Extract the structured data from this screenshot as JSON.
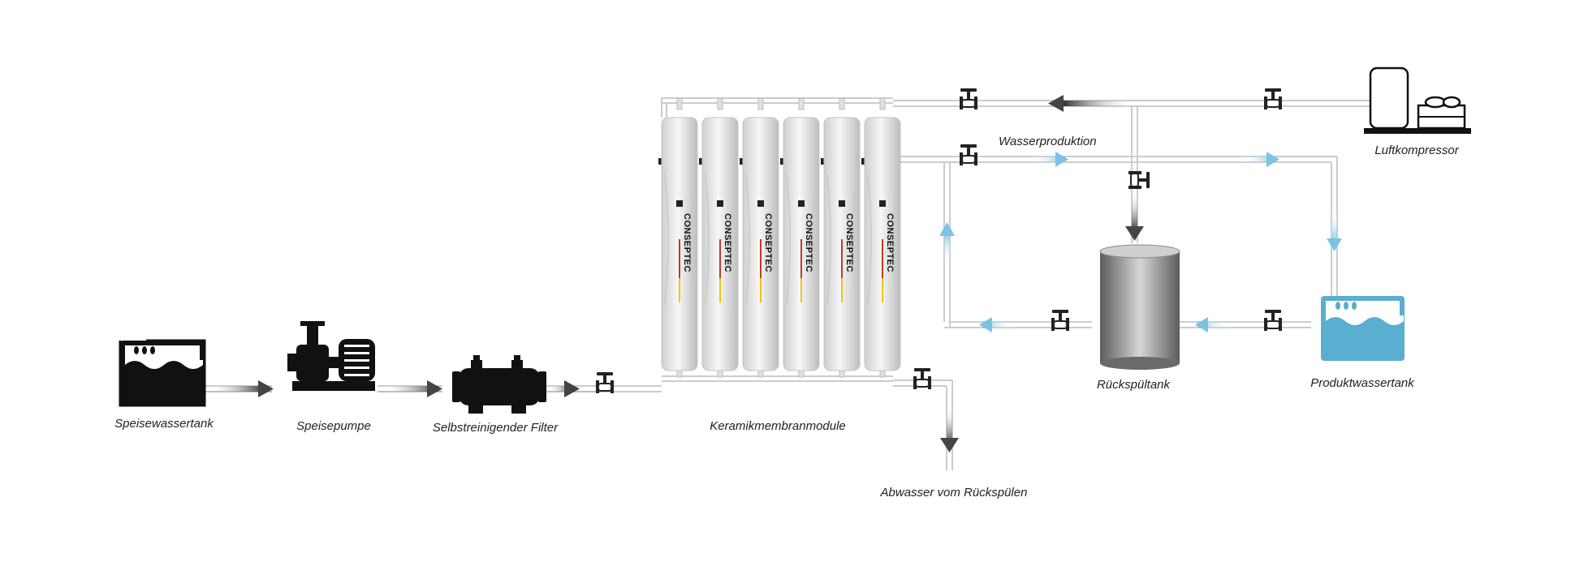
{
  "labels": {
    "feed_tank": "Speisewassertank",
    "feed_pump": "Speisepumpe",
    "self_cleaning_filter": "Selbstreinigender Filter",
    "ceramic_modules": "Keramikmembranmodule",
    "backwash_waste": "Abwasser vom Rückspülen",
    "backwash_tank": "Rückspültank",
    "product_tank": "Produktwassertank",
    "air_compressor": "Luftkompressor",
    "water_production": "Wasserproduktion"
  },
  "module_brand": "CONSEPTEC",
  "module_count": 6,
  "colors": {
    "pipe": "#d0d0d0",
    "flow_clean": "#7cc3e2",
    "flow_dark": "#3a3a3a",
    "product_tank": "#5aaed0",
    "equipment": "#111111",
    "module_body": "#e6e6e6"
  }
}
